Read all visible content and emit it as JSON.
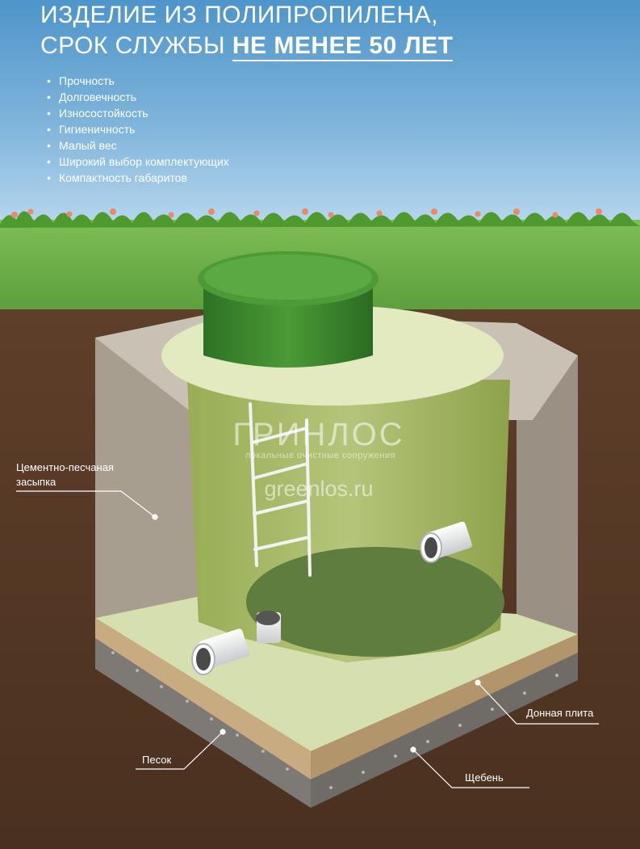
{
  "header": {
    "title_line1": "ИЗДЕЛИЕ ИЗ ПОЛИПРОПИЛЕНА,",
    "title_line2_prefix": "СРОК СЛУЖБЫ ",
    "title_line2_emphasis": "НЕ МЕНЕЕ 50 ЛЕТ"
  },
  "features": [
    "Прочность",
    "Долговечность",
    "Износостойкость",
    "Гигиеничность",
    "Малый вес",
    "Широкий выбор комплектующих",
    "Компактность габаритов"
  ],
  "labels": {
    "backfill_line1": "Цементно-песчаная",
    "backfill_line2": "засыпка",
    "bottom_plate": "Донная плита",
    "sand": "Песок",
    "gravel": "Щебень"
  },
  "watermark": {
    "brand": "ГРИНЛОС",
    "subtitle": "локальные очистные сооружения",
    "url": "greenlos.ru"
  },
  "colors": {
    "sky": "#6aa7d5",
    "grass": "#6fb14a",
    "soil": "#553a27",
    "concrete": "#b4a99a",
    "tank": "#a8bb6a",
    "lid": "#3d8a2f",
    "sand": "#c9ad83",
    "gravel": "#8a8a8a"
  }
}
